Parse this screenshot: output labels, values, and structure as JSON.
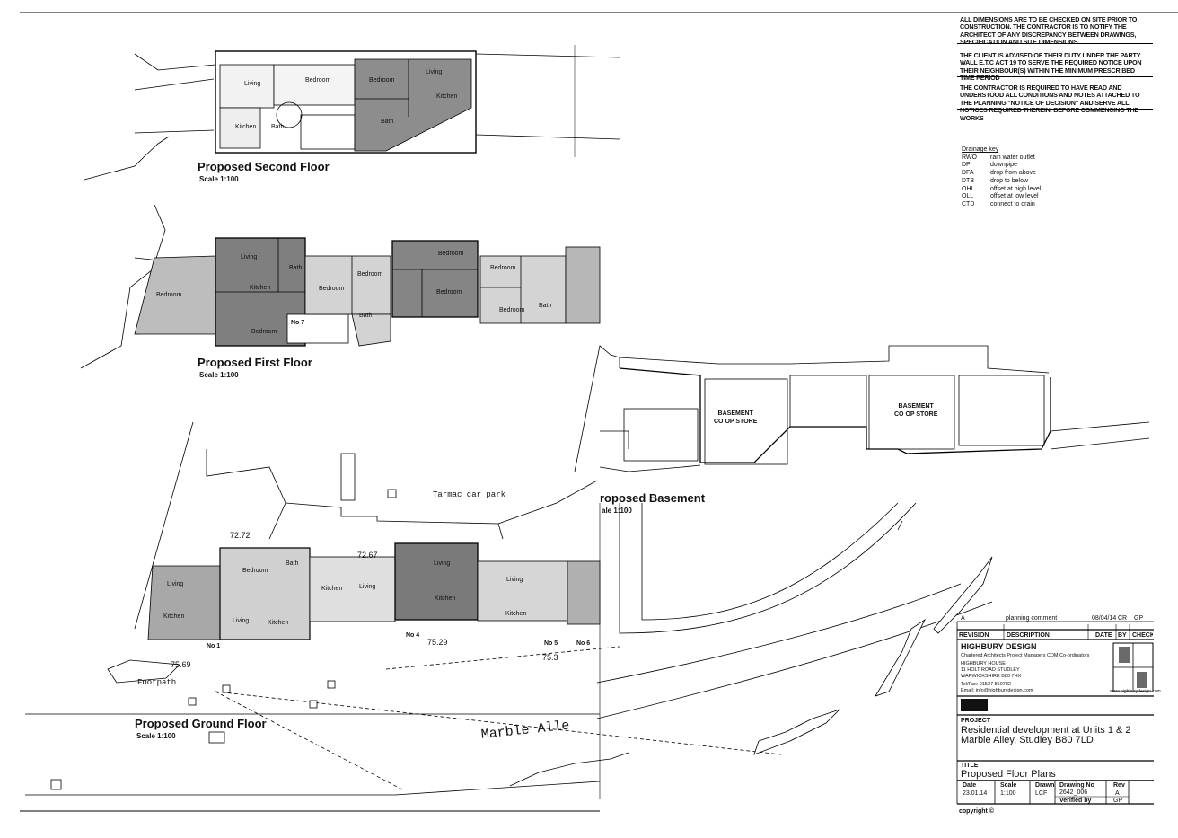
{
  "notes": [
    "ALL DIMENSIONS ARE TO BE CHECKED ON SITE PRIOR TO CONSTRUCTION. THE CONTRACTOR IS TO NOTIFY THE ARCHITECT OF ANY DISCREPANCY BETWEEN DRAWINGS, SPECIFICATION AND SITE DIMENSIONS.",
    "THE CLIENT IS ADVISED OF THEIR DUTY UNDER THE PARTY WALL E.T.C ACT 19 TO SERVE THE REQUIRED NOTICE UPON THEIR NEIGHBOUR(S) WITHIN THE MINIMUM PRESCRIBED TIME PERIOD",
    "THE CONTRACTOR IS REQUIRED TO HAVE READ AND UNDERSTOOD ALL CONDITIONS AND NOTES ATTACHED TO THE PLANNING \"NOTICE OF DECISION\" AND SERVE ALL NOTICES REQUIRED THEREIN, BEFORE COMMENCING THE WORKS"
  ],
  "drainage_key": {
    "title": "Drainage key",
    "items": [
      {
        "code": "RWO",
        "desc": "rain water outlet"
      },
      {
        "code": "DP",
        "desc": "downpipe"
      },
      {
        "code": "DFA",
        "desc": "drop from above"
      },
      {
        "code": "DTB",
        "desc": "drop to below"
      },
      {
        "code": "OHL",
        "desc": "offset at high level"
      },
      {
        "code": "OLL",
        "desc": "offset at low level"
      },
      {
        "code": "CTD",
        "desc": "connect to drain"
      }
    ]
  },
  "plans": {
    "second_floor": {
      "title": "Proposed Second Floor",
      "scale": "Scale 1:100"
    },
    "first_floor": {
      "title": "Proposed First Floor",
      "scale": "Scale 1:100"
    },
    "ground_floor": {
      "title": "Proposed Ground Floor",
      "scale": "Scale 1:100"
    },
    "basement": {
      "title": "roposed Basement",
      "scale": "ale 1:100"
    }
  },
  "room_labels": {
    "living": "Living",
    "bedroom": "Bedroom",
    "kitchen": "Kitchen",
    "bath": "Bath",
    "basement_store": "BASEMENT\nCO OP STORE"
  },
  "site": {
    "tarmac_car_park": "Tarmac car park",
    "footpath": "Footpath",
    "marble_alley": "Marble Alle",
    "levels": [
      "72.72",
      "72.67",
      "75.69",
      "75.29",
      "75.3"
    ],
    "unit_numbers": [
      "No 1",
      "No 4",
      "No 5",
      "No 6",
      "No 7"
    ]
  },
  "title_block": {
    "revision": {
      "rev": "A",
      "desc": "planning comment",
      "date": "08/04/14",
      "by": "CR",
      "chk": "GP"
    },
    "headers": {
      "revision": "REVISION",
      "description": "DESCRIPTION",
      "date": "DATE",
      "by": "BY",
      "check": "CHECK"
    },
    "firm_name": "HIGHBURY DESIGN",
    "firm_tagline": "Chartered Architects Project Managers CDM Co-ordinators",
    "address_1": "HIGHBURY HOUSE",
    "address_2": "11 HOLT ROAD STUDLEY",
    "address_3": "WARWICKSHIRE B80 7HX",
    "contact": "Tel/Fax: 01527 850782",
    "email": "Email: info@highburydesign.com",
    "web": "www.highburydesign.com",
    "project_label": "PROJECT",
    "project": "Residential development at Units 1 & 2 Marble Alley, Studley B80 7LD",
    "title_label": "TITLE",
    "title": "Proposed Floor Plans",
    "date_label": "Date",
    "date": "23.01.14",
    "scale_label": "Scale",
    "scale": "1:100",
    "drawn_label": "Drawn",
    "drawn": "LCF",
    "drawing_no_label": "Drawing No",
    "drawing_no": "2642_006",
    "rev_label": "Rev",
    "rev": "A",
    "verified_label": "Verified by",
    "verified": "GP"
  },
  "copyright": "copyright ©"
}
